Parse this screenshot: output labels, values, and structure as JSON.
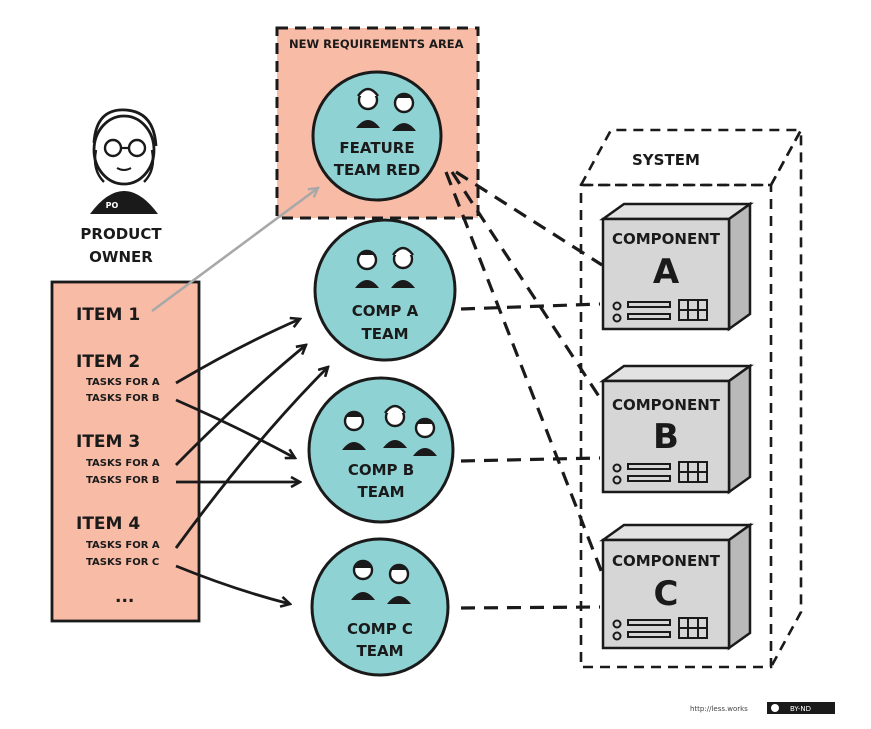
{
  "product_owner": {
    "badge": "PO",
    "label_line1": "PRODUCT",
    "label_line2": "OWNER"
  },
  "backlog": {
    "items": [
      {
        "title": "ITEM 1",
        "tasks": []
      },
      {
        "title": "ITEM 2",
        "tasks": [
          "TASKS FOR A",
          "TASKS FOR B"
        ]
      },
      {
        "title": "ITEM 3",
        "tasks": [
          "TASKS FOR A",
          "TASKS FOR B"
        ]
      },
      {
        "title": "ITEM 4",
        "tasks": [
          "TASKS FOR A",
          "TASKS FOR C"
        ]
      }
    ],
    "more": "..."
  },
  "requirements_area": {
    "label": "NEW REQUIREMENTS AREA"
  },
  "teams": [
    {
      "line1": "FEATURE",
      "line2": "TEAM RED"
    },
    {
      "line1": "COMP A",
      "line2": "TEAM"
    },
    {
      "line1": "COMP B",
      "line2": "TEAM"
    },
    {
      "line1": "COMP C",
      "line2": "TEAM"
    }
  ],
  "system": {
    "label": "SYSTEM",
    "components": [
      {
        "label": "COMPONENT",
        "letter": "A"
      },
      {
        "label": "COMPONENT",
        "letter": "B"
      },
      {
        "label": "COMPONENT",
        "letter": "C"
      }
    ]
  },
  "footer": {
    "url": "http://less.works",
    "badge": "BY-ND"
  },
  "colors": {
    "backlog": "#f8bba6",
    "team": "#8fd2d4",
    "component": "#d6d6d6",
    "ink": "#1a1a1a"
  }
}
